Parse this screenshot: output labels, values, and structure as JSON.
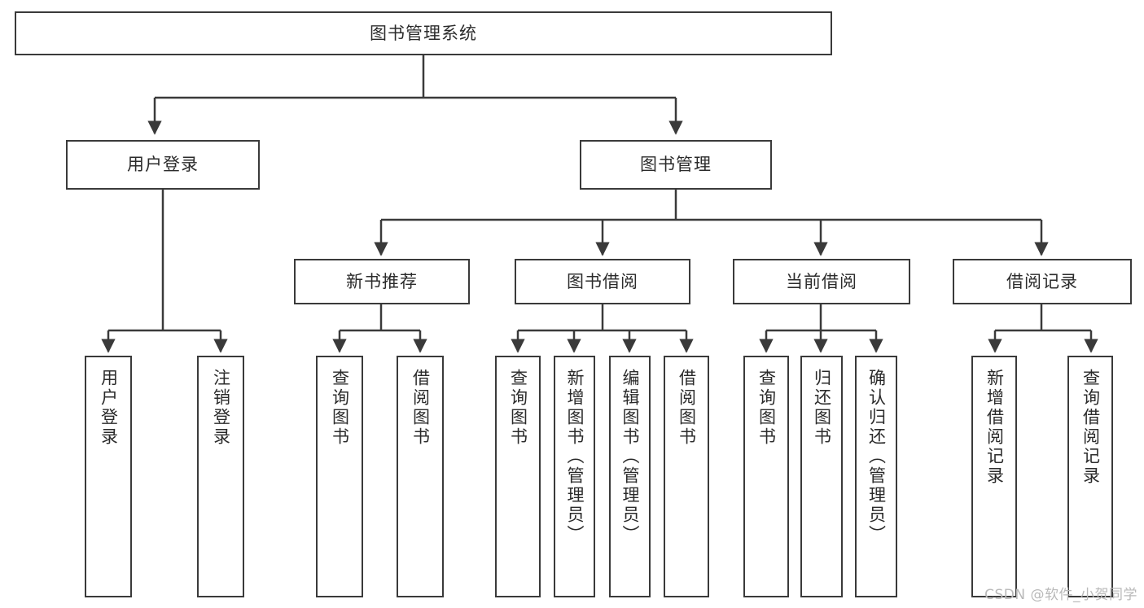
{
  "diagram": {
    "title": "图书管理系统",
    "root": {
      "label": "图书管理系统"
    },
    "level2": [
      {
        "label": "用户登录"
      },
      {
        "label": "图书管理"
      }
    ],
    "level3": [
      {
        "label": "新书推荐"
      },
      {
        "label": "图书借阅"
      },
      {
        "label": "当前借阅"
      },
      {
        "label": "借阅记录"
      }
    ],
    "leaves": {
      "user_login": [
        {
          "label": "用户登录"
        },
        {
          "label": "注销登录"
        }
      ],
      "new_book": [
        {
          "label": "查询图书"
        },
        {
          "label": "借阅图书"
        }
      ],
      "book_borrow": [
        {
          "label": "查询图书"
        },
        {
          "label": "新增图书（管理员）"
        },
        {
          "label": "编辑图书（管理员）"
        },
        {
          "label": "借阅图书"
        }
      ],
      "current_borrow": [
        {
          "label": "查询图书"
        },
        {
          "label": "归还图书"
        },
        {
          "label": "确认归还（管理员）"
        }
      ],
      "borrow_record": [
        {
          "label": "新增借阅记录"
        },
        {
          "label": "查询借阅记录"
        }
      ]
    },
    "watermark": "CSDN @软件_小贺同学",
    "colors": {
      "border": "#3a3a3a",
      "text": "#2b2b2b",
      "background": "#ffffff",
      "watermark": "#b9b9b9"
    }
  }
}
